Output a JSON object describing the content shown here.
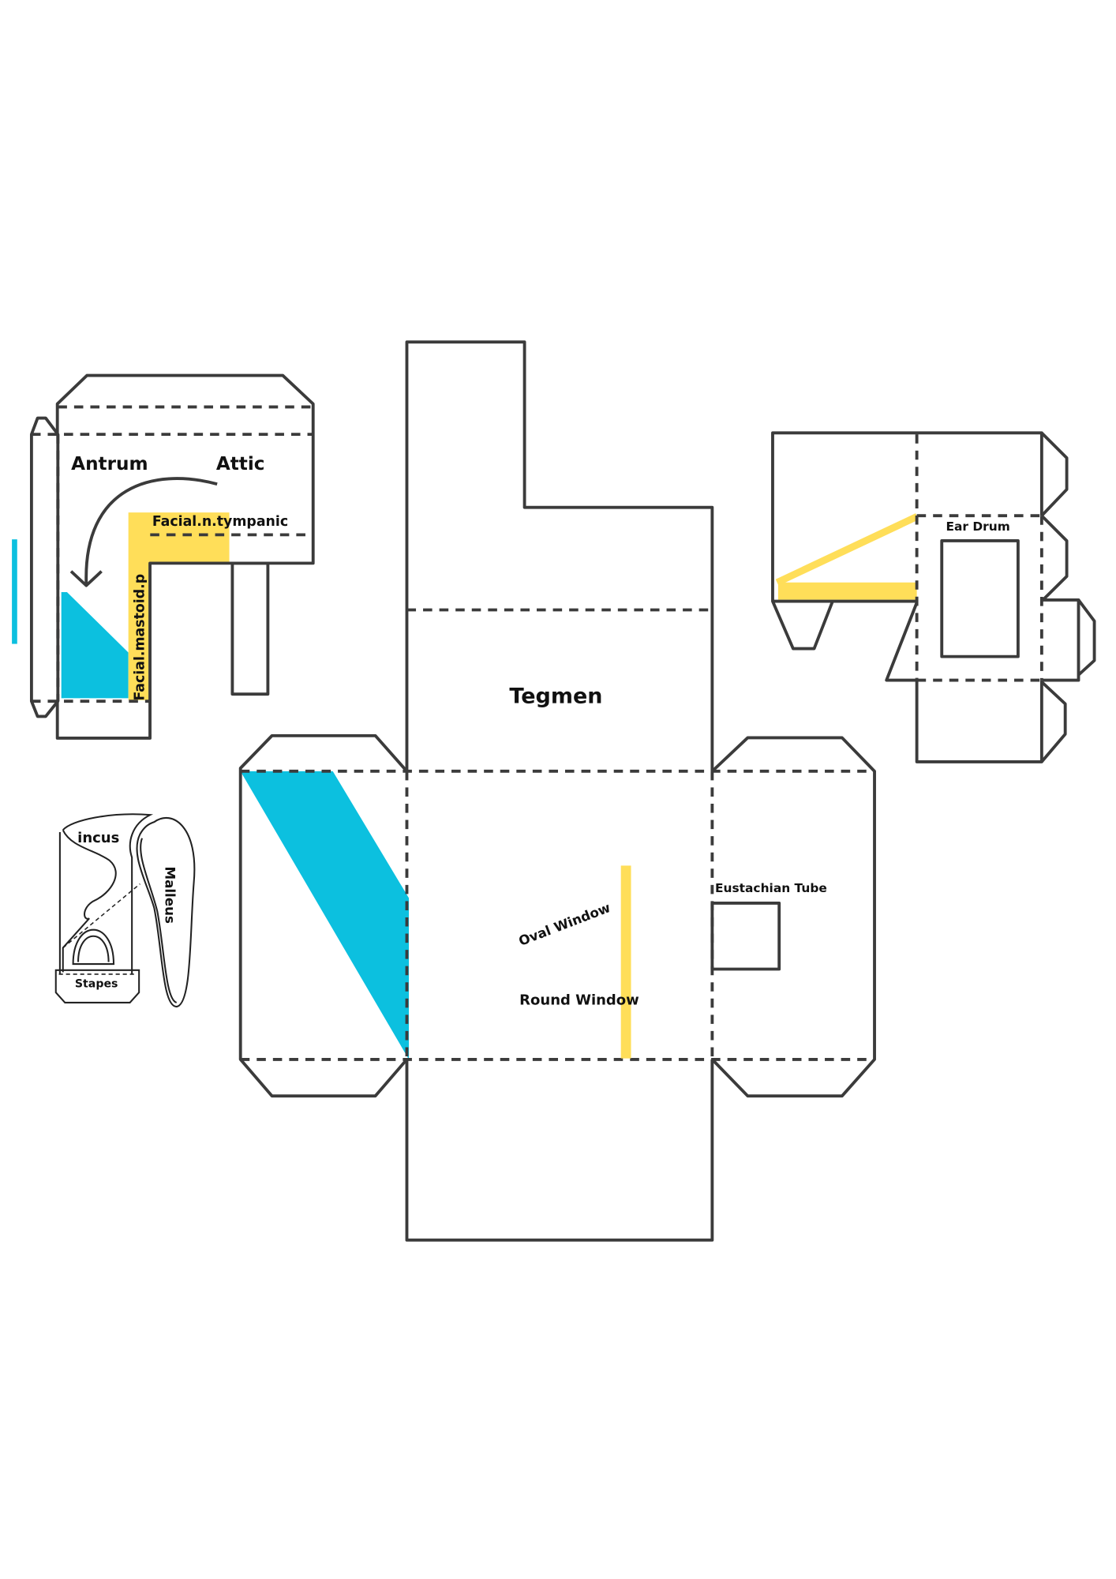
{
  "colors": {
    "line": "#3b3b3b",
    "cyan": "#0cc0df",
    "yellow": "#ffde59"
  },
  "mastoid_piece": {
    "antrum": "Antrum",
    "attic": "Attic",
    "facial_tympanic": "Facial.n.tympanic",
    "facial_mastoid": "Facial.mastoid.p"
  },
  "ossicles": {
    "incus": "incus",
    "malleus": "Malleus",
    "stapes": "Stapes"
  },
  "middle_ear_box": {
    "tegmen": "Tegmen",
    "oval_window": "Oval Window",
    "round_window": "Round Window",
    "eustachian_tube": "Eustachian Tube"
  },
  "ear_drum_piece": {
    "ear_drum": "Ear Drum"
  }
}
